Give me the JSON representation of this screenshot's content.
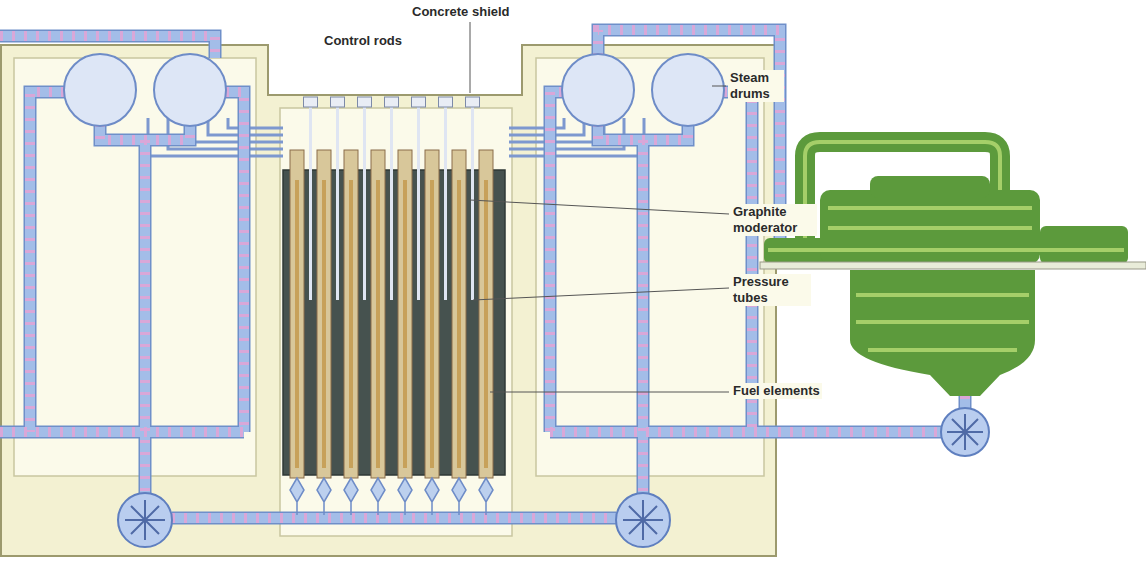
{
  "diagram": {
    "labels": [
      "Concrete shield",
      "Control rods",
      "Steam drums",
      "Graphite moderator",
      "Pressure tubes",
      "Fuel elements"
    ]
  }
}
